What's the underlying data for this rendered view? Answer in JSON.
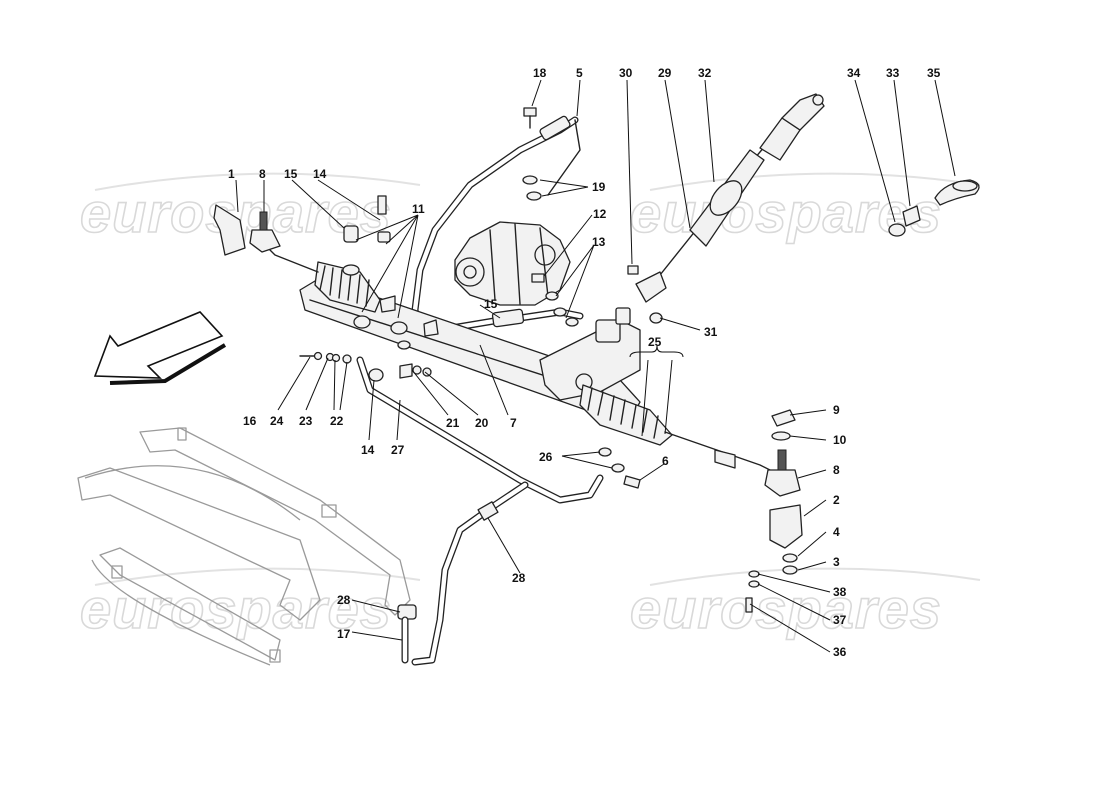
{
  "watermark": "eurospares",
  "callouts": [
    {
      "id": "1",
      "text": "1"
    },
    {
      "id": "8",
      "text": "8"
    },
    {
      "id": "15",
      "text": "15"
    },
    {
      "id": "14",
      "text": "14"
    },
    {
      "id": "11",
      "text": "11"
    },
    {
      "id": "18",
      "text": "18"
    },
    {
      "id": "5",
      "text": "5"
    },
    {
      "id": "19",
      "text": "19"
    },
    {
      "id": "12",
      "text": "12"
    },
    {
      "id": "13",
      "text": "13"
    },
    {
      "id": "30",
      "text": "30"
    },
    {
      "id": "29",
      "text": "29"
    },
    {
      "id": "32",
      "text": "32"
    },
    {
      "id": "34",
      "text": "34"
    },
    {
      "id": "33",
      "text": "33"
    },
    {
      "id": "35",
      "text": "35"
    },
    {
      "id": "15b",
      "text": "15"
    },
    {
      "id": "31",
      "text": "31"
    },
    {
      "id": "25",
      "text": "25"
    },
    {
      "id": "16",
      "text": "16"
    },
    {
      "id": "24",
      "text": "24"
    },
    {
      "id": "23",
      "text": "23"
    },
    {
      "id": "22",
      "text": "22"
    },
    {
      "id": "14b",
      "text": "14"
    },
    {
      "id": "27",
      "text": "27"
    },
    {
      "id": "21",
      "text": "21"
    },
    {
      "id": "20",
      "text": "20"
    },
    {
      "id": "7",
      "text": "7"
    },
    {
      "id": "9",
      "text": "9"
    },
    {
      "id": "10",
      "text": "10"
    },
    {
      "id": "8b",
      "text": "8"
    },
    {
      "id": "26",
      "text": "26"
    },
    {
      "id": "6",
      "text": "6"
    },
    {
      "id": "2",
      "text": "2"
    },
    {
      "id": "4",
      "text": "4"
    },
    {
      "id": "3",
      "text": "3"
    },
    {
      "id": "38",
      "text": "38"
    },
    {
      "id": "37",
      "text": "37"
    },
    {
      "id": "36",
      "text": "36"
    },
    {
      "id": "28",
      "text": "28"
    },
    {
      "id": "28b",
      "text": "28"
    },
    {
      "id": "17",
      "text": "17"
    }
  ]
}
